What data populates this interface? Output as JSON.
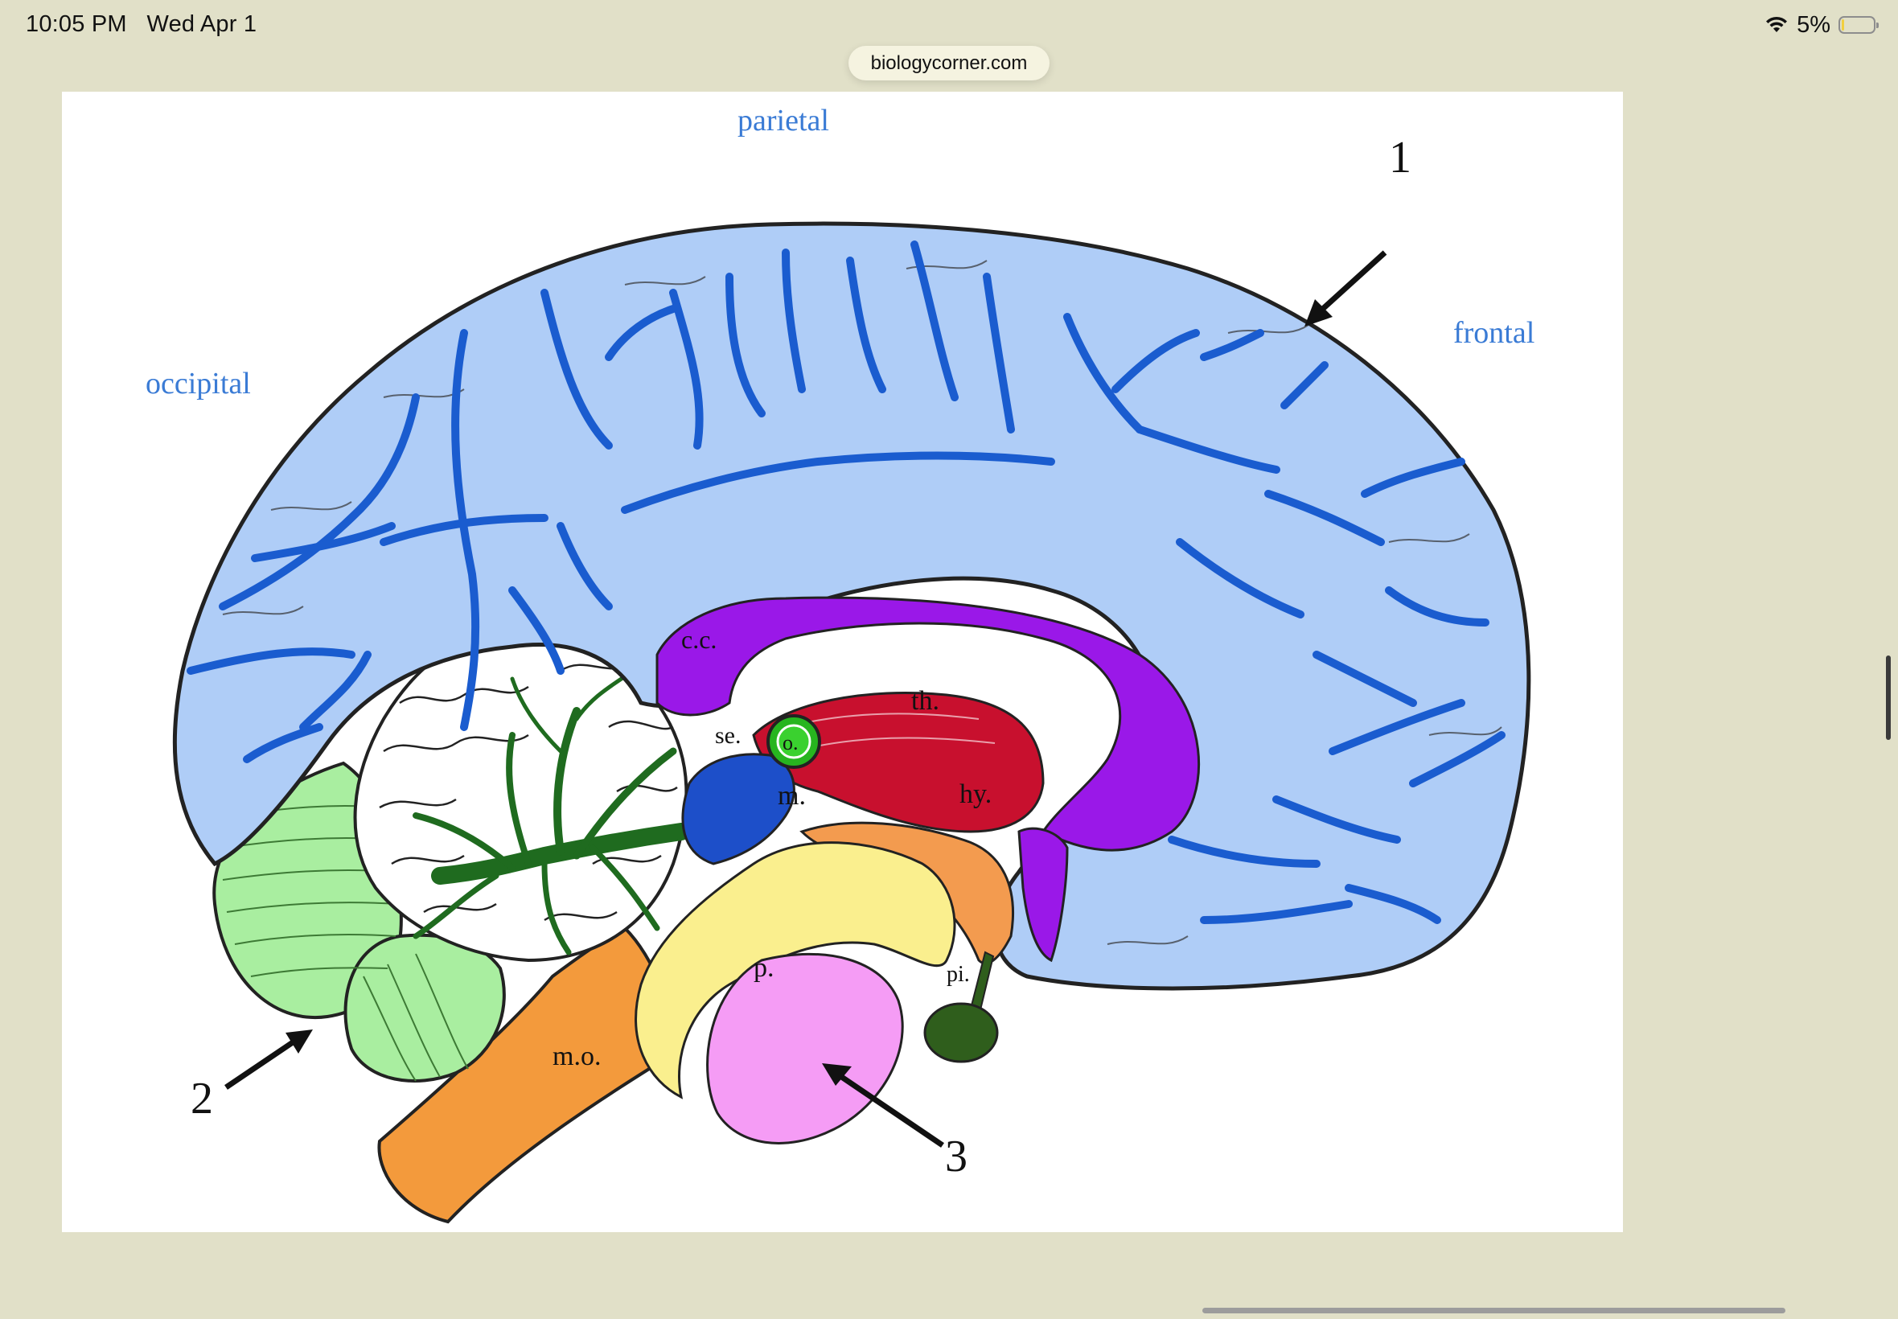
{
  "status_bar": {
    "time": "10:05 PM",
    "date": "Wed Apr 1",
    "battery_text": "5%",
    "battery_level": 0.05,
    "wifi_icon": "wifi-icon",
    "battery_icon": "battery-icon"
  },
  "address": {
    "url": "biologycorner.com"
  },
  "diagram": {
    "lobes": {
      "parietal": "parietal",
      "frontal": "frontal",
      "occipital": "occipital"
    },
    "arrows": {
      "one": "1",
      "two": "2",
      "three": "3"
    },
    "parts": {
      "cc": "c.c.",
      "th": "th.",
      "se": "se.",
      "m": "m.",
      "hy": "hy.",
      "p": "p.",
      "mo": "m.o.",
      "pi": "pi.",
      "o": "o."
    },
    "colors": {
      "cerebrum": "#afcdf7",
      "sulci": "#1a5ccf",
      "corpus_callosum": "#9a18e8",
      "thalamus": "#c8102e",
      "midbrain": "#faef8e",
      "hypothalamus": "#f39b4f",
      "pons": "#f59cf5",
      "medulla": "#f39a3c",
      "cerebellum_green": "#a9eea0",
      "arbor_vitae": "#1f6b1f",
      "septum": "#1d4fc9",
      "pineal": "#2f5e1c"
    }
  }
}
